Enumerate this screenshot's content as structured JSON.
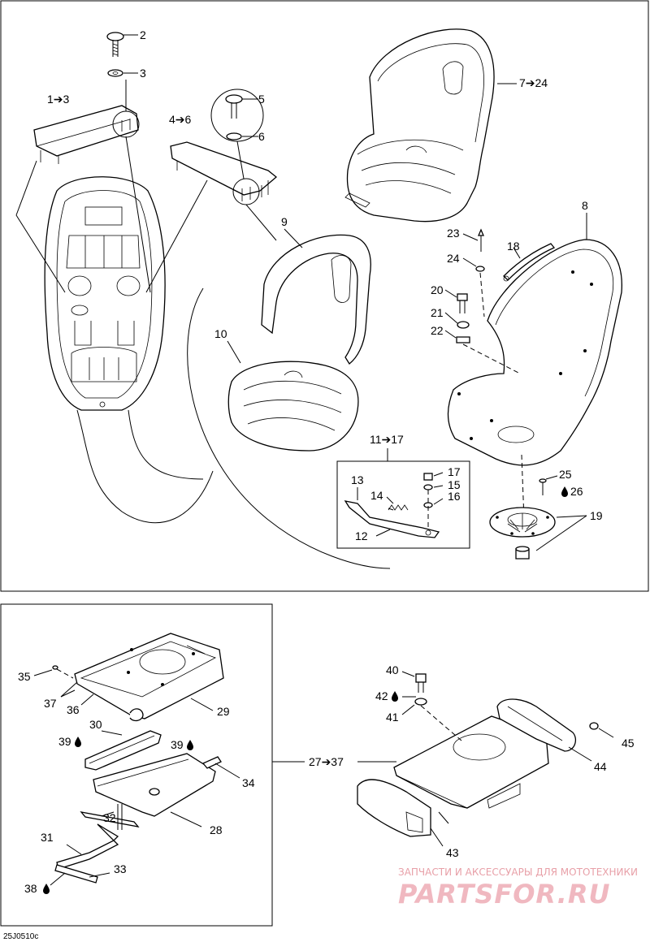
{
  "diagram": {
    "code": "25J0510c",
    "watermark_top": "ЗАПЧАСТИ И АКСЕССУАРЫ ДЛЯ МОТОТЕХНИКИ",
    "watermark_brand": "PARTSFOR.RU",
    "drop_icon": "oil-drop-icon"
  },
  "callouts": {
    "c1_3": "1➔3",
    "c2": "2",
    "c3": "3",
    "c4_6": "4➔6",
    "c5": "5",
    "c6": "6",
    "c7_24": "7➔24",
    "c8": "8",
    "c9": "9",
    "c10": "10",
    "c11_17": "11➔17",
    "c12": "12",
    "c13": "13",
    "c14": "14",
    "c15": "15",
    "c16": "16",
    "c17": "17",
    "c18": "18",
    "c19": "19",
    "c20": "20",
    "c21": "21",
    "c22": "22",
    "c23": "23",
    "c24": "24",
    "c25": "25",
    "c26": "26",
    "c27_37": "27➔37",
    "c28": "28",
    "c29": "29",
    "c30": "30",
    "c31": "31",
    "c32": "32",
    "c33": "33",
    "c34": "34",
    "c35": "35",
    "c36": "36",
    "c37": "37",
    "c38": "38",
    "c39a": "39",
    "c39b": "39",
    "c40": "40",
    "c41": "41",
    "c42": "42",
    "c43": "43",
    "c44": "44",
    "c45": "45"
  }
}
